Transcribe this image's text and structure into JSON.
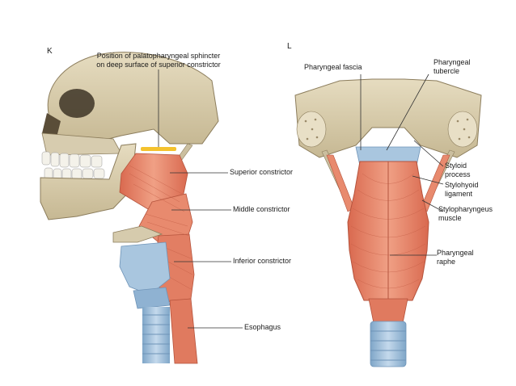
{
  "figure": {
    "left_panel_marker": "K",
    "right_panel_marker": "L"
  },
  "left_labels": {
    "palatopharyngeal_line1": "Position of palatopharyngeal sphincter",
    "palatopharyngeal_line2": "on deep surface of superior constrictor",
    "superior_constrictor": "Superior constrictor",
    "middle_constrictor": "Middle constrictor",
    "inferior_constrictor": "Inferior constrictor",
    "esophagus": "Esophagus"
  },
  "right_labels": {
    "pharyngeal_fascia": "Pharyngeal fascia",
    "pharyngeal_tubercle_line1": "Pharyngeal",
    "pharyngeal_tubercle_line2": "tubercle",
    "styloid_process_line1": "Styloid",
    "styloid_process_line2": "process",
    "stylohyoid_ligament_line1": "Stylohyoid",
    "stylohyoid_ligament_line2": "ligament",
    "stylopharyngeus_line1": "Stylopharyngeus",
    "stylopharyngeus_line2": "muscle",
    "pharyngeal_raphe_line1": "Pharyngeal",
    "pharyngeal_raphe_line2": "raphe"
  },
  "colors": {
    "bone": "#d9ceb0",
    "bone_shadow": "#b8a984",
    "muscle": "#e07a5f",
    "muscle_light": "#ee9c80",
    "muscle_dark": "#c85d45",
    "cartilage": "#a9c6df",
    "cartilage_dark": "#7fa6c8",
    "sphincter": "#f4c22e",
    "leader": "#333333"
  }
}
